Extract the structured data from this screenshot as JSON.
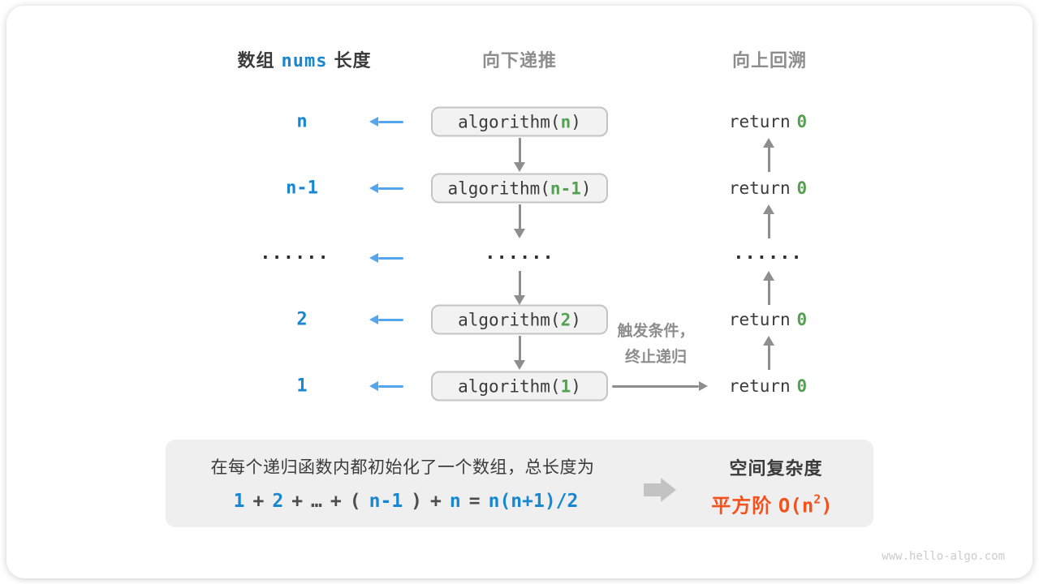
{
  "palette": {
    "blue": "#1787d1",
    "blue_light": "#54a5ec",
    "green": "#55a052",
    "orange": "#f4521d",
    "dark": "#3b3b3b",
    "gray": "#8d8d8d",
    "box_bg": "#f2f2f2",
    "box_border": "#c4c4c4",
    "panel_bg": "#efefef"
  },
  "header": {
    "col1_prefix": "数组",
    "col1_code": "nums",
    "col1_suffix": "长度",
    "col2": "向下递推",
    "col3": "向上回溯"
  },
  "rows": [
    {
      "label": "n",
      "call_fn": "algorithm(",
      "call_arg": "n",
      "call_close": ")",
      "ret_kw": "return",
      "ret_val": "0"
    },
    {
      "label": "n-1",
      "call_fn": "algorithm(",
      "call_arg": "n-1",
      "call_close": ")",
      "ret_kw": "return",
      "ret_val": "0"
    },
    {
      "label": "......",
      "mid_dots": "......",
      "right_dots": "......"
    },
    {
      "label": "2",
      "call_fn": "algorithm(",
      "call_arg": "2",
      "call_close": ")",
      "ret_kw": "return",
      "ret_val": "0"
    },
    {
      "label": "1",
      "call_fn": "algorithm(",
      "call_arg": "1",
      "call_close": ")",
      "ret_kw": "return",
      "ret_val": "0"
    }
  ],
  "trigger_note": {
    "line1": "触发条件，",
    "line2": "终止递归"
  },
  "summary": {
    "line1": "在每个递归函数内都初始化了一个数组，总长度为",
    "formula_tokens": [
      {
        "text": "1",
        "color": "blue"
      },
      {
        "text": "+",
        "color": "dark"
      },
      {
        "text": "2",
        "color": "blue"
      },
      {
        "text": "+",
        "color": "dark"
      },
      {
        "text": "…",
        "color": "dark"
      },
      {
        "text": "+",
        "color": "dark"
      },
      {
        "text": "(",
        "color": "dark"
      },
      {
        "text": "n-1",
        "color": "blue"
      },
      {
        "text": ")",
        "color": "dark"
      },
      {
        "text": "+",
        "color": "dark"
      },
      {
        "text": "n",
        "color": "blue"
      },
      {
        "text": "=",
        "color": "dark"
      },
      {
        "text": "n(n+1)/2",
        "color": "blue"
      }
    ],
    "result_title": "空间复杂度",
    "result_prefix": "平方阶",
    "result_big_o_open": "O(n",
    "result_sup": "2",
    "result_big_o_close": ")"
  },
  "watermark": "www.hello-algo.com"
}
